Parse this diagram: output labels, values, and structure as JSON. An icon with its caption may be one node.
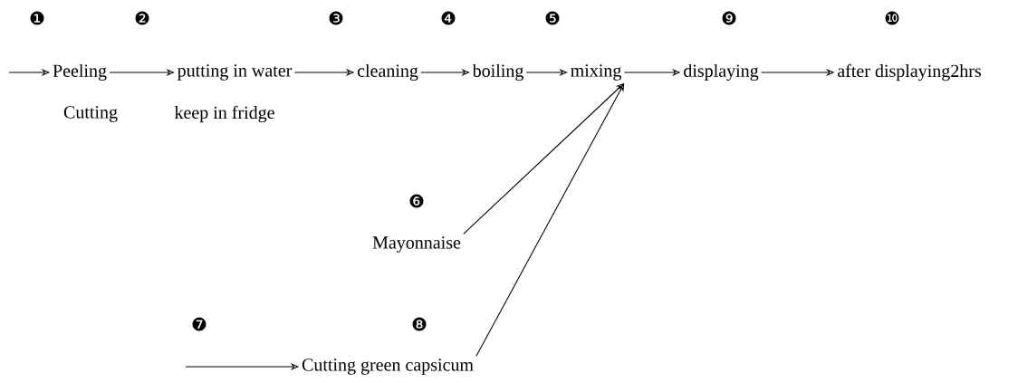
{
  "diagram": {
    "nodes": [
      {
        "text": [
          "Peeling"
        ],
        "beside": [
          "Cutting"
        ]
      },
      {
        "text": [
          "putting in water"
        ],
        "beside": [
          "keep in fridge"
        ]
      },
      {
        "text": [
          "cleaning"
        ]
      },
      {
        "text": [
          "boiling"
        ]
      },
      {
        "text": [
          "mixing"
        ]
      },
      {
        "text": [
          "displaying"
        ]
      },
      {
        "text": [
          "after displaying2hrs"
        ]
      },
      {
        "text": [
          "Mayonnaise"
        ]
      },
      {
        "text": [
          "Cutting green capsicum"
        ]
      }
    ],
    "edges": [
      {
        "from": null,
        "to": 0,
        "arrow": "to"
      },
      {
        "from": 0,
        "to": 1,
        "arrow": "to"
      },
      {
        "from": 1,
        "to": 2,
        "arrow": "to"
      },
      {
        "from": 2,
        "to": 3,
        "arrow": "to"
      },
      {
        "from": 3,
        "to": 4,
        "arrow": "to"
      },
      {
        "from": 4,
        "to": 5,
        "arrow": "to"
      },
      {
        "from": 5,
        "to": 6,
        "arrow": "to"
      },
      {
        "from": 7,
        "to": 4,
        "arrow": "to"
      },
      {
        "from": 8,
        "to": 4,
        "arrow": "to"
      },
      {
        "from": null,
        "to": 8,
        "arrow": "to"
      }
    ],
    "labels": [
      "❶",
      "❷",
      "❸",
      "❹",
      "❺",
      "❾",
      "❿",
      "❻",
      "❼",
      "❽"
    ]
  }
}
